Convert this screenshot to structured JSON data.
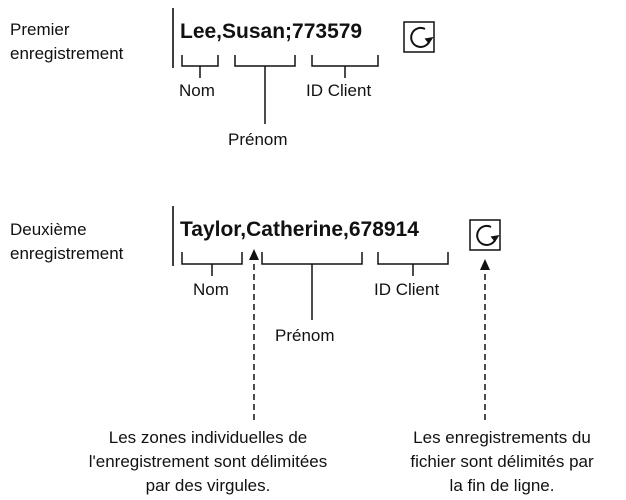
{
  "record1": {
    "label_line1": "Premier",
    "label_line2": "enregistrement",
    "text": "Lee,Susan;773579",
    "fields": {
      "nom": "Nom",
      "prenom": "Prénom",
      "id_client": "ID Client"
    },
    "line_end_icon": "return-symbol-icon"
  },
  "record2": {
    "label_line1": "Deuxième",
    "label_line2": "enregistrement",
    "text": "Taylor,Catherine,678914",
    "fields": {
      "nom": "Nom",
      "prenom": "Prénom",
      "id_client": "ID Client"
    },
    "line_end_icon": "return-symbol-icon"
  },
  "notes": {
    "comma_line1": "Les zones individuelles de",
    "comma_line2": "l'enregistrement sont délimitées",
    "comma_line3": "par des virgules.",
    "eol_line1": "Les enregistrements du",
    "eol_line2": "fichier sont délimités par",
    "eol_line3": "la fin de ligne."
  }
}
